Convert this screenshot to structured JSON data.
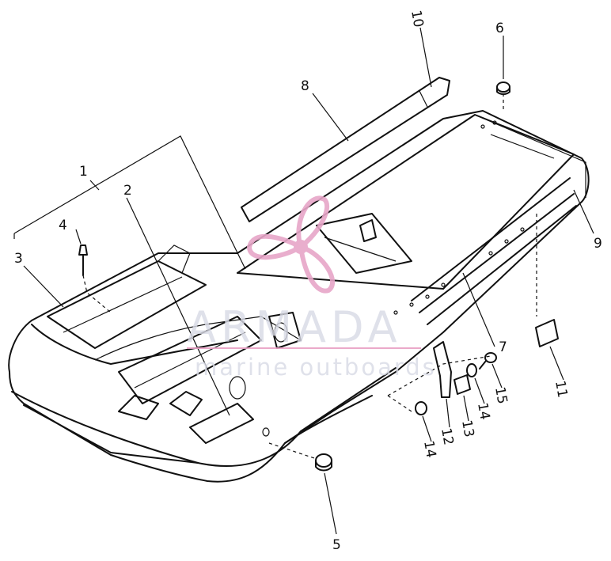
{
  "diagram": {
    "callouts": [
      "1",
      "2",
      "3",
      "4",
      "5",
      "6",
      "7",
      "8",
      "9",
      "10",
      "11",
      "12",
      "13",
      "14",
      "14",
      "15"
    ]
  },
  "watermark": {
    "brand": "ARMADA",
    "tagline": "marine outboards",
    "accent_color": "#e7a6c8",
    "text_color": "#d8dae6",
    "icon": "propeller-icon"
  }
}
